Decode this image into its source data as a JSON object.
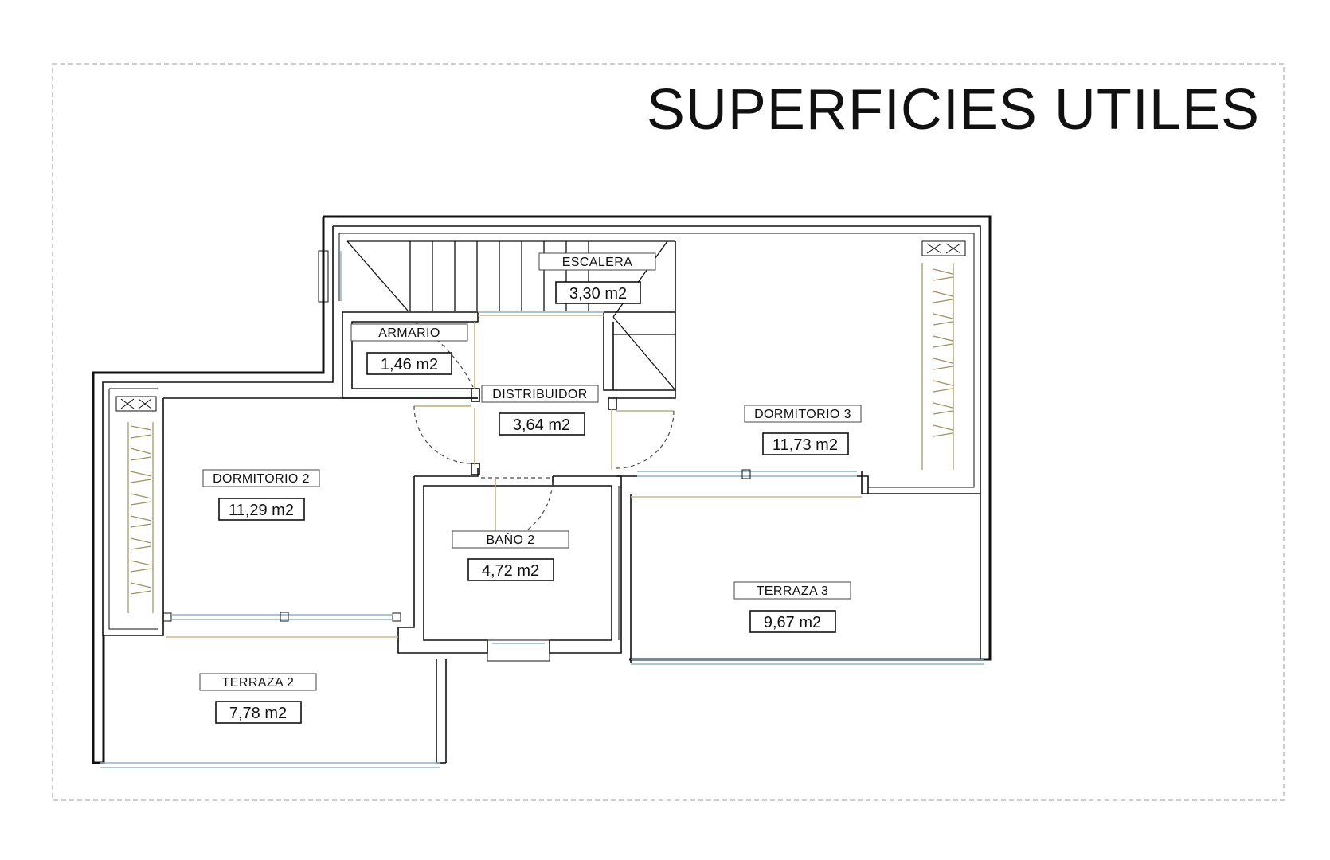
{
  "title": "SUPERFICIES UTILES",
  "rooms": [
    {
      "id": "escalera",
      "name": "ESCALERA",
      "area": "3,30 m2"
    },
    {
      "id": "armario",
      "name": "ARMARIO",
      "area": "1,46 m2"
    },
    {
      "id": "distribuidor",
      "name": "DISTRIBUIDOR",
      "area": "3,64 m2"
    },
    {
      "id": "dormitorio3",
      "name": "DORMITORIO 3",
      "area": "11,73 m2"
    },
    {
      "id": "dormitorio2",
      "name": "DORMITORIO 2",
      "area": "11,29 m2"
    },
    {
      "id": "bano2",
      "name": "BAÑO 2",
      "area": "4,72 m2"
    },
    {
      "id": "terraza3",
      "name": "TERRAZA 3",
      "area": "9,67 m2"
    },
    {
      "id": "terraza2",
      "name": "TERRAZA 2",
      "area": "7,78 m2"
    }
  ]
}
